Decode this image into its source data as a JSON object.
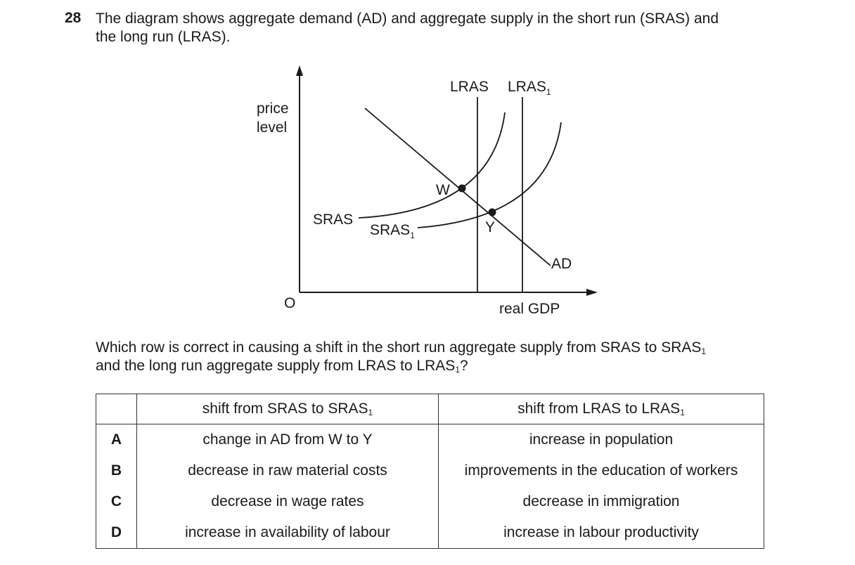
{
  "question": {
    "number": "28",
    "text_line1": "The diagram shows aggregate demand (AD) and aggregate supply in the short run (SRAS) and",
    "text_line2": "the long run (LRAS).",
    "prompt_part1": "Which row is correct in causing a shift in the short run aggregate supply from SRAS to SRAS",
    "prompt_sub1": "1",
    "prompt_part2": "and the long run aggregate supply from LRAS to LRAS",
    "prompt_sub2": "1",
    "prompt_end": "?"
  },
  "diagram": {
    "y_axis_label_line1": "price",
    "y_axis_label_line2": "level",
    "x_axis_label": "real GDP",
    "origin_label": "O",
    "lras_label": "LRAS",
    "lras1_label": "LRAS",
    "lras1_sub": "1",
    "sras_label": "SRAS",
    "sras1_label": "SRAS",
    "sras1_sub": "1",
    "ad_label": "AD",
    "point_w_label": "W",
    "point_y_label": "Y"
  },
  "table": {
    "header_col1": "shift from SRAS to SRAS",
    "header_col1_sub": "1",
    "header_col2": "shift from LRAS to LRAS",
    "header_col2_sub": "1",
    "rows": [
      {
        "letter": "A",
        "sras_shift": "change in AD from W to Y",
        "lras_shift": "increase in population"
      },
      {
        "letter": "B",
        "sras_shift": "decrease in raw material costs",
        "lras_shift": "improvements in the education of workers"
      },
      {
        "letter": "C",
        "sras_shift": "decrease in wage rates",
        "lras_shift": "decrease in immigration"
      },
      {
        "letter": "D",
        "sras_shift": "increase in availability of labour",
        "lras_shift": "increase in labour productivity"
      }
    ]
  }
}
